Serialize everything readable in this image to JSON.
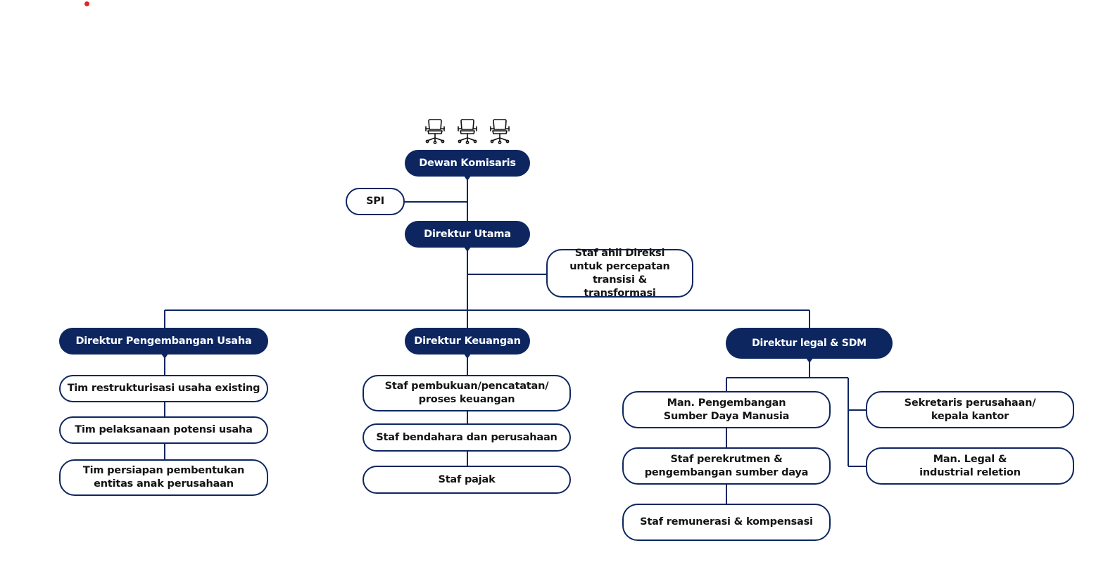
{
  "colors": {
    "dark_fill": "#0d2660",
    "line": "#0d2660",
    "dot": "#e0262b"
  },
  "icons": [
    "office-chair-icon",
    "office-chair-icon",
    "office-chair-icon"
  ],
  "nodes": {
    "dewan_komisaris": "Dewan Komisaris",
    "spi": "SPI",
    "direktur_utama": "Direktur Utama",
    "staf_ahli": "Staf ahli Direksi untuk percepatan transisi & transformasi",
    "dir_pengembangan_usaha": "Direktur Pengembangan Usaha",
    "dir_keuangan": "Direktur Keuangan",
    "dir_legal_sdm": "Direktur legal & SDM",
    "tim_restrukturisasi": "Tim restrukturisasi usaha existing",
    "tim_pelaksanaan": "Tim pelaksanaan potensi usaha",
    "tim_persiapan": "Tim persiapan pembentukan entitas anak perusahaan",
    "staf_pembukuan": "Staf pembukuan/pencatatan/ proses keuangan",
    "staf_bendahara": "Staf bendahara dan perusahaan",
    "staf_pajak": "Staf pajak",
    "man_pengembangan_sdm": "Man. Pengembangan Sumber Daya Manusia",
    "staf_perekrutmen": "Staf perekrutmen & pengembangan sumber daya",
    "staf_remunerasi": "Staf remunerasi & kompensasi",
    "sekretaris": "Sekretaris perusahaan/ kepala kantor",
    "man_legal": "Man. Legal & industrial reletion"
  }
}
